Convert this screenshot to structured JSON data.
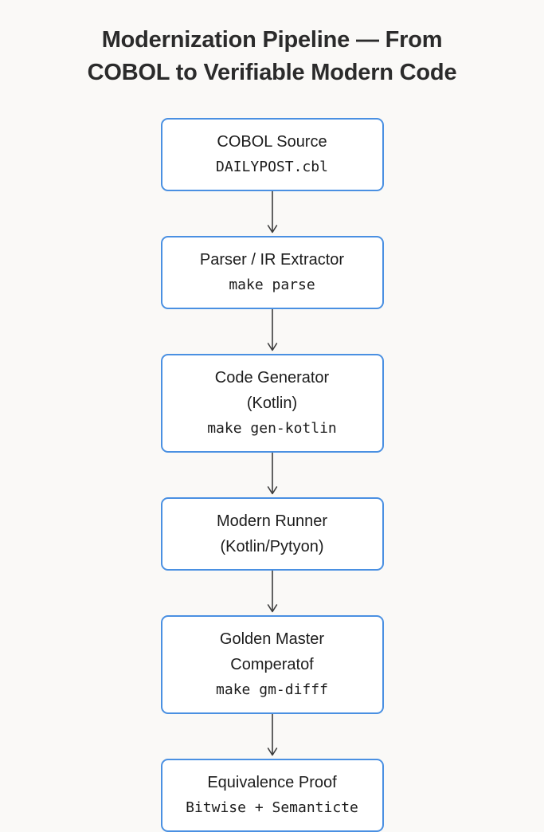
{
  "diagram": {
    "title": "Modernization Pipeline — From\nCOBOL to Verifiable Modern Code",
    "background_color": "#faf9f7",
    "node_border_color": "#4a90e2",
    "node_fill_color": "#ffffff",
    "arrow_color": "#3c3c3c",
    "text_color": "#1c1c1c",
    "type": "flowchart-vertical",
    "nodes": [
      {
        "id": "cobol-source",
        "lines": [
          {
            "text": "COBOL Source",
            "style": "sans"
          },
          {
            "text": "DAILYPOST.cbl",
            "style": "mono"
          }
        ]
      },
      {
        "id": "parser-ir-extractor",
        "lines": [
          {
            "text": "Parser / IR Extractor",
            "style": "sans"
          },
          {
            "text": "make parse",
            "style": "mono"
          }
        ]
      },
      {
        "id": "code-generator",
        "lines": [
          {
            "text": "Code Generator",
            "style": "sans"
          },
          {
            "text": "(Kotlin)",
            "style": "sans"
          },
          {
            "text": "make gen-kotlin",
            "style": "mono"
          }
        ]
      },
      {
        "id": "modern-runner",
        "lines": [
          {
            "text": "Modern Runner",
            "style": "sans"
          },
          {
            "text": "(Kotlin/Pytyon)",
            "style": "sans"
          }
        ]
      },
      {
        "id": "golden-master-comperatof",
        "lines": [
          {
            "text": "Golden Master",
            "style": "sans"
          },
          {
            "text": "Comperatof",
            "style": "sans"
          },
          {
            "text": "make gm-difff",
            "style": "mono"
          }
        ]
      },
      {
        "id": "equivalence-proof",
        "lines": [
          {
            "text": "Equivalence Proof",
            "style": "sans"
          },
          {
            "text": "Bitwise + Semanticte",
            "style": "mono"
          }
        ]
      }
    ],
    "edges": [
      {
        "from": "cobol-source",
        "to": "parser-ir-extractor"
      },
      {
        "from": "parser-ir-extractor",
        "to": "code-generator"
      },
      {
        "from": "code-generator",
        "to": "modern-runner"
      },
      {
        "from": "modern-runner",
        "to": "golden-master-comperatof"
      },
      {
        "from": "golden-master-comperatof",
        "to": "equivalence-proof"
      }
    ]
  }
}
